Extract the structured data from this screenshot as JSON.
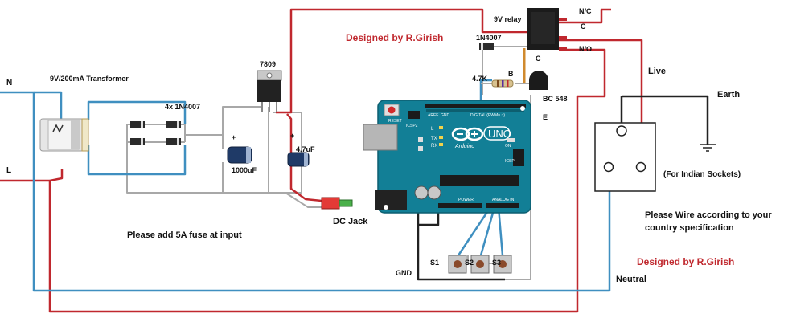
{
  "credits": {
    "top": "Designed by R.Girish",
    "bottom": "Designed by R.Girish"
  },
  "labels": {
    "n": "N",
    "l": "L",
    "transformer": "9V/200mA Transformer",
    "diodes": "4x 1N4007",
    "regulator": "7809",
    "cap1000": "1000uF",
    "cap47": "4.7uF",
    "plus1": "+",
    "plus2": "+",
    "relay": "9V relay",
    "nc": "N/C",
    "c_relay": "C",
    "no": "N/O",
    "diode_relay": "1N4007",
    "c_trans": "C",
    "b_trans": "B",
    "e_trans": "E",
    "resistor": "4.7K",
    "transistor": "BC 548",
    "live": "Live",
    "earth": "Earth",
    "sockets": "(For Indian Sockets)",
    "instructions": [
      "Please Wire according to your",
      "country specification"
    ],
    "dcjack": "DC Jack",
    "fuse": "Please add 5A fuse at input",
    "gnd": "GND",
    "s1": "S1",
    "s2": "S2",
    "s3": "S3",
    "neutral": "Neutral"
  },
  "board": {
    "name": "UNO",
    "brand": "Arduino",
    "reset": "RESET",
    "digital": "DIGITAL (PWM= ~)",
    "analog": "ANALOG IN",
    "power": "POWER",
    "led_l": "L",
    "led_tx": "TX",
    "led_rx": "RX",
    "on": "ON",
    "icsp": "ICSP",
    "icsp2": "ICSP2",
    "aref": "AREF",
    "gnd": "GND"
  },
  "colors": {
    "wire_red": "#c0282e",
    "wire_blue": "#3f8fc0",
    "wire_grey": "#a8a8a8",
    "wire_black": "#222222",
    "board": "#127f96",
    "credit": "#c0282e"
  }
}
